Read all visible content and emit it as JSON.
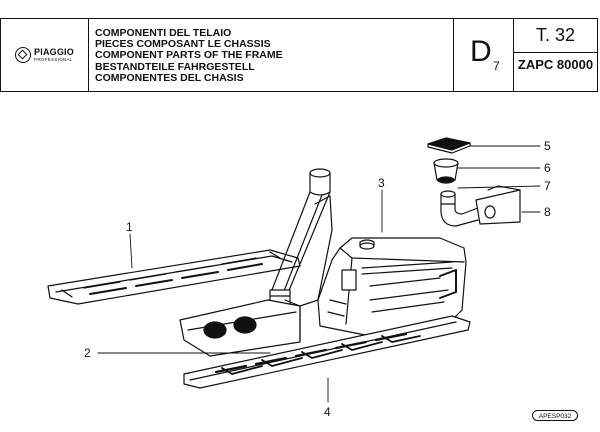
{
  "header": {
    "brand": "PIAGGIO",
    "brand_sub": "PROFESSIONAL",
    "titles": [
      "COMPONENTI DEL TELAIO",
      "PIECES COMPOSANT LE CHASSIS",
      "COMPONENT PARTS OF THE FRAME",
      "BESTANDTEILE FAHRGESTELL",
      "COMPONENTES DEL CHASIS"
    ],
    "section_letter": "D",
    "section_sub": "7",
    "table_number": "T. 32",
    "model_code": "ZAPC 80000"
  },
  "callouts": {
    "c1": "1",
    "c2": "2",
    "c3": "3",
    "c4": "4",
    "c5": "5",
    "c6": "6",
    "c7": "7",
    "c8": "8"
  },
  "footer": {
    "drawing_code": "APESP032"
  },
  "icons": [
    "piaggio-logo-icon"
  ]
}
